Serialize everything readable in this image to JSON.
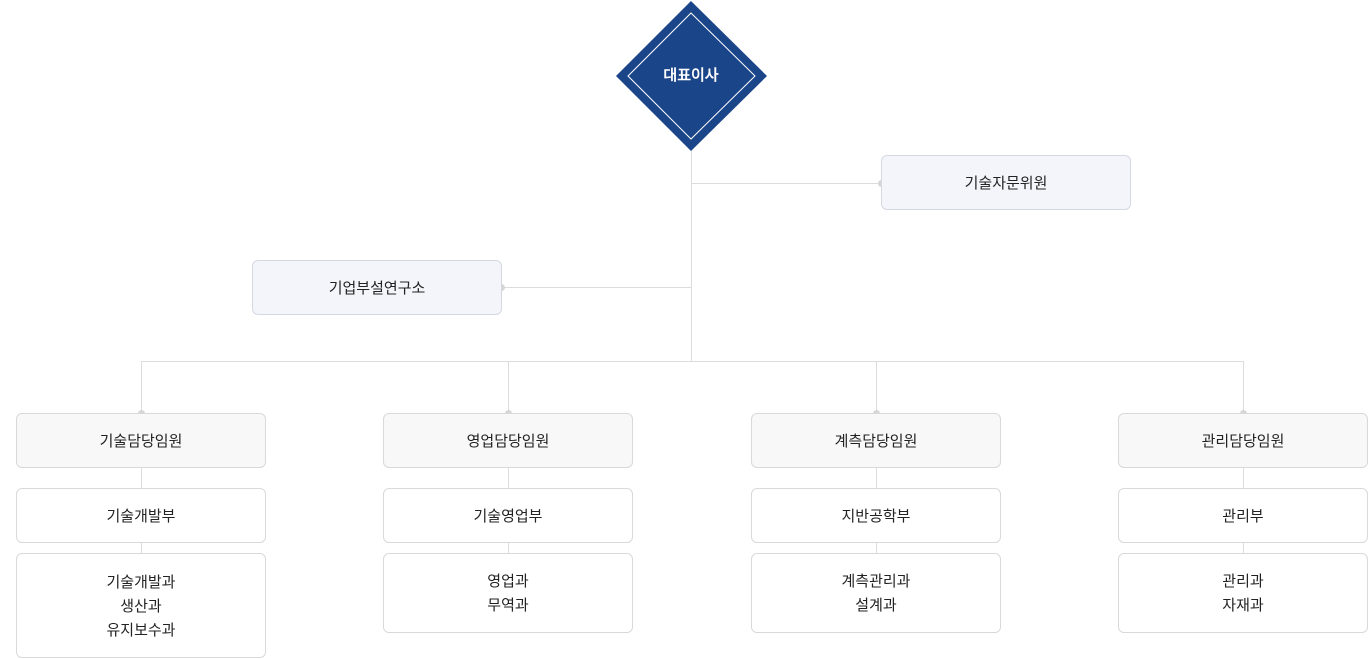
{
  "ceo": {
    "label": "대표이사"
  },
  "advisory": {
    "label": "기술자문위원"
  },
  "research": {
    "label": "기업부설연구소"
  },
  "branches": [
    {
      "executive": "기술담당임원",
      "department": "기술개발부",
      "teams": "기술개발과\n생산과\n유지보수과"
    },
    {
      "executive": "영업담당임원",
      "department": "기술영업부",
      "teams": "영업과\n무역과"
    },
    {
      "executive": "계측담당임원",
      "department": "지반공학부",
      "teams": "계측관리과\n설계과"
    },
    {
      "executive": "관리담당임원",
      "department": "관리부",
      "teams": "관리과\n자재과"
    }
  ],
  "colors": {
    "ceo_fill": "#1b4589",
    "connector": "#dcdcdc",
    "staff_box": "#f3f5fa"
  }
}
